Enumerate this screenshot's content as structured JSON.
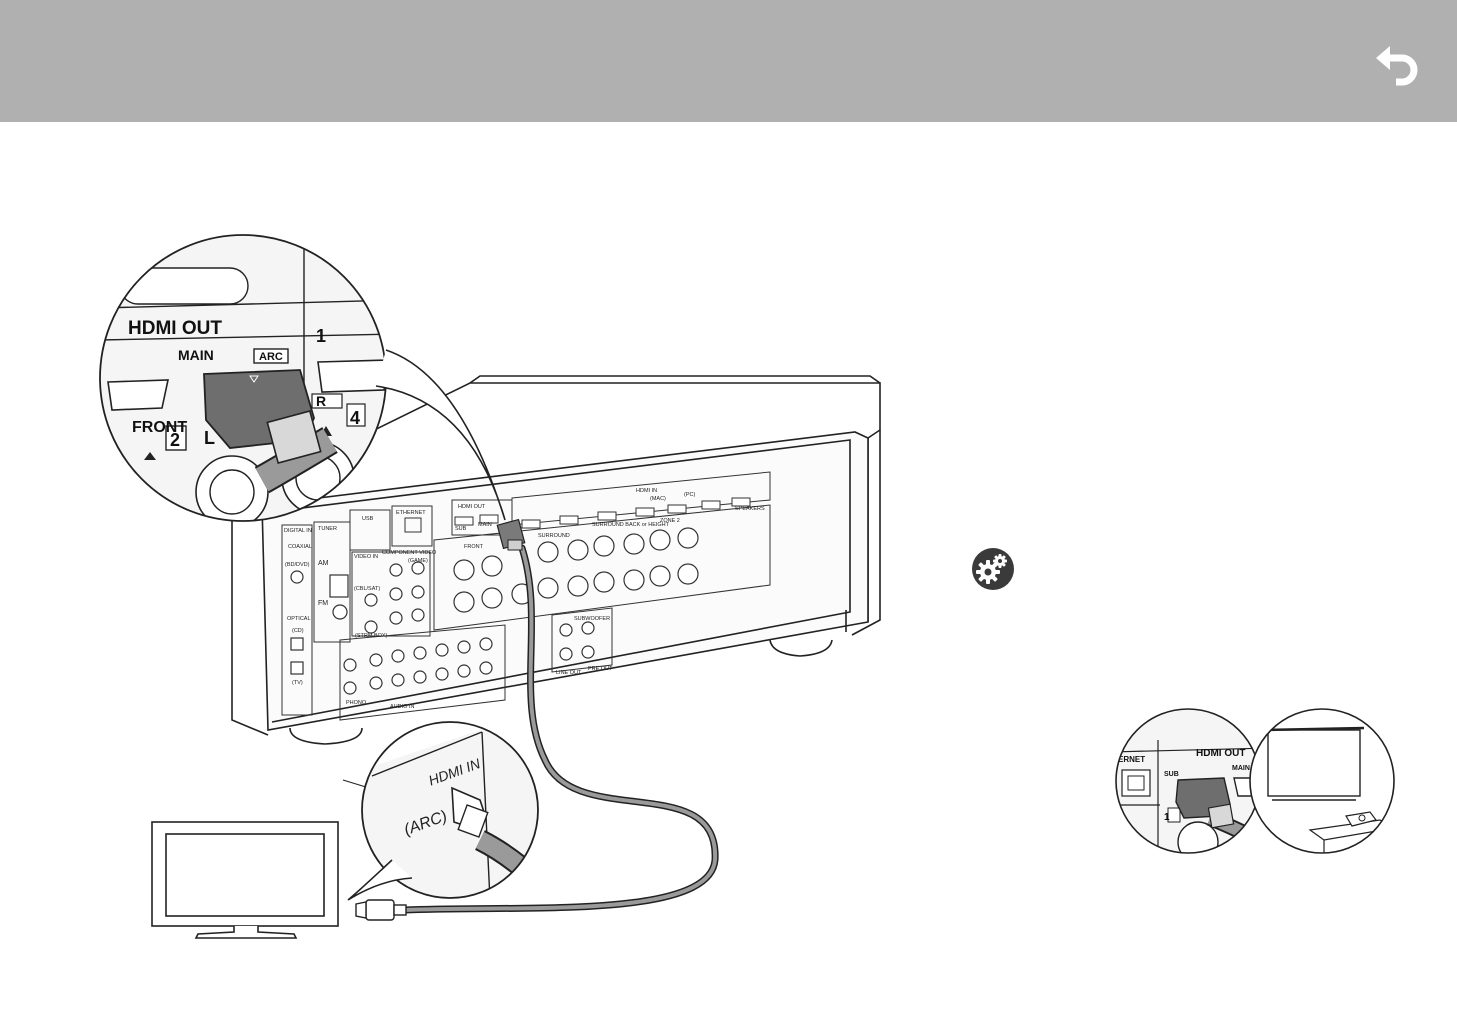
{
  "header": {
    "back_icon": "back-arrow-icon"
  },
  "settings": {
    "icon": "gear-icon"
  },
  "colors": {
    "header_bg": "#b0b0b0",
    "line": "#222222",
    "panel": "#f2f2f2"
  },
  "diagram": {
    "zoom_main": {
      "hdmi_out": "HDMI OUT",
      "main": "MAIN",
      "arc": "ARC",
      "front": "FRONT",
      "num_1": "1",
      "num_2": "2",
      "num_4": "4",
      "letter_l": "L",
      "letter_r": "R"
    },
    "receiver": {
      "digital_in": "DIGITAL IN",
      "coaxial": "COAXIAL",
      "bd_dvd": "(BD/DVD)",
      "optical": "OPTICAL",
      "cd": "(CD)",
      "tv": "(TV)",
      "tuner": "TUNER",
      "am": "AM",
      "fm": "FM",
      "usb": "USB",
      "ethernet": "ETHERNET",
      "video_in": "VIDEO IN",
      "component": "COMPONENT VIDEO",
      "cbl_sat": "(CBL/SAT)",
      "strm_box": "(STRM BOX)",
      "game": "(GAME)",
      "hdmi_out": "HDMI OUT",
      "sub": "SUB",
      "main": "MAIN",
      "hdmi_in": "HDMI IN",
      "front": "FRONT",
      "surround": "SURROUND",
      "surround_back": "SURROUND BACK or HEIGHT",
      "zone2": "ZONE 2",
      "speakers": "SPEAKERS",
      "subwoofer": "SUBWOOFER",
      "zone2_lineout": "LINE OUT",
      "pre_out": "PRE OUT",
      "phono": "PHONO",
      "audio_in": "AUDIO IN",
      "pc": "(PC)",
      "mac": "(MAC)"
    },
    "zoom_tv": {
      "hdmi_in": "HDMI IN",
      "arc": "(ARC)"
    },
    "zoom_projector": {
      "hdmi_out": "HDMI OUT",
      "sub": "SUB",
      "main": "MAIN",
      "ernet": "ERNET",
      "num_1": "1"
    }
  }
}
